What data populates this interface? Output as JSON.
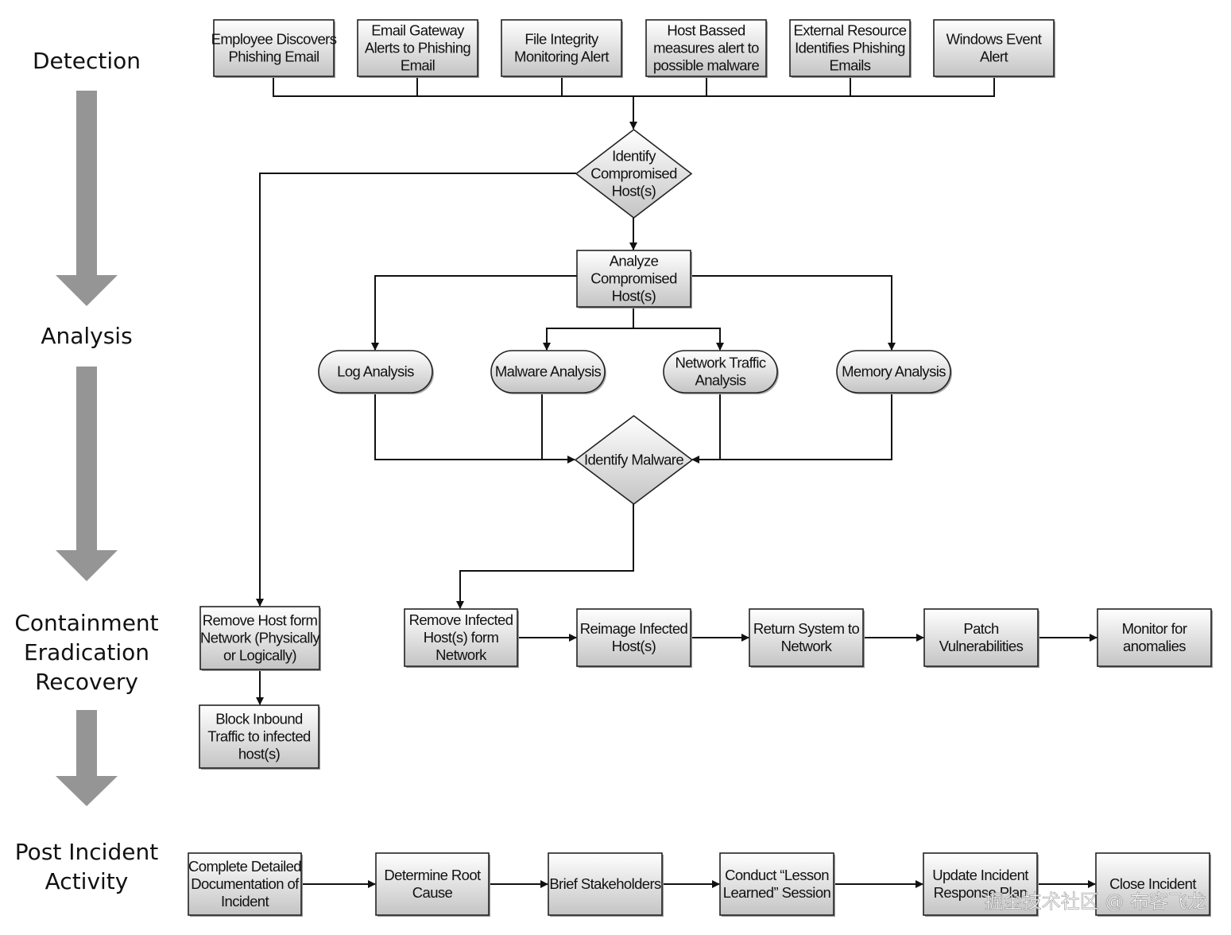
{
  "phases": [
    {
      "id": "detection",
      "lines": [
        "Detection"
      ]
    },
    {
      "id": "analysis",
      "lines": [
        "Analysis"
      ]
    },
    {
      "id": "containment",
      "lines": [
        "Containment",
        "Eradication",
        "Recovery"
      ]
    },
    {
      "id": "post",
      "lines": [
        "Post Incident",
        "Activity"
      ]
    }
  ],
  "nodes": {
    "employee_discovers": {
      "shape": "rect",
      "lines": [
        "Employee Discovers",
        "Phishing Email"
      ]
    },
    "email_gateway": {
      "shape": "rect",
      "lines": [
        "Email Gateway",
        "Alerts to Phishing",
        "Email"
      ]
    },
    "file_integrity": {
      "shape": "rect",
      "lines": [
        "File Integrity",
        "Monitoring Alert"
      ]
    },
    "host_based": {
      "shape": "rect",
      "lines": [
        "Host Bassed",
        "measures alert to",
        "possible malware"
      ]
    },
    "external_resource": {
      "shape": "rect",
      "lines": [
        "External Resource",
        "Identifies Phishing",
        "Emails"
      ]
    },
    "windows_event": {
      "shape": "rect",
      "lines": [
        "Windows Event",
        "Alert"
      ]
    },
    "identify_compromised": {
      "shape": "diamond",
      "lines": [
        "Identify",
        "Compromised",
        "Host(s)"
      ]
    },
    "analyze_compromised": {
      "shape": "rect",
      "lines": [
        "Analyze",
        "Compromised",
        "Host(s)"
      ]
    },
    "log_analysis": {
      "shape": "pill",
      "lines": [
        "Log Analysis"
      ]
    },
    "malware_analysis": {
      "shape": "pill",
      "lines": [
        "Malware Analysis"
      ]
    },
    "network_traffic": {
      "shape": "pill",
      "lines": [
        "Network Traffic",
        "Analysis"
      ]
    },
    "memory_analysis": {
      "shape": "pill",
      "lines": [
        "Memory Analysis"
      ]
    },
    "identify_malware": {
      "shape": "diamond",
      "lines": [
        "Identify Malware"
      ]
    },
    "remove_host": {
      "shape": "rect",
      "lines": [
        "Remove Host form",
        "Network (Physically",
        "or Logically)"
      ]
    },
    "block_inbound": {
      "shape": "rect",
      "lines": [
        "Block Inbound",
        "Traffic to infected",
        "host(s)"
      ]
    },
    "remove_infected": {
      "shape": "rect",
      "lines": [
        "Remove Infected",
        "Host(s) form",
        "Network"
      ]
    },
    "reimage": {
      "shape": "rect",
      "lines": [
        "Reimage Infected",
        "Host(s)"
      ]
    },
    "return_system": {
      "shape": "rect",
      "lines": [
        "Return System to",
        "Network"
      ]
    },
    "patch": {
      "shape": "rect",
      "lines": [
        "Patch",
        "Vulnerabilities"
      ]
    },
    "monitor": {
      "shape": "rect",
      "lines": [
        "Monitor for",
        "anomalies"
      ]
    },
    "complete_docs": {
      "shape": "rect",
      "lines": [
        "Complete Detailed",
        "Documentation of",
        "Incident"
      ]
    },
    "root_cause": {
      "shape": "rect",
      "lines": [
        "Determine Root",
        "Cause"
      ]
    },
    "brief": {
      "shape": "rect",
      "lines": [
        "Brief Stakeholders"
      ]
    },
    "lessons": {
      "shape": "rect",
      "lines": [
        "Conduct “Lesson",
        "Learned” Session"
      ]
    },
    "update_plan": {
      "shape": "rect",
      "lines": [
        "Update Incident",
        "Response Plan"
      ]
    },
    "close": {
      "shape": "rect",
      "lines": [
        "Close Incident"
      ]
    }
  },
  "watermark": "掘金技术社区 @ 布客飞龙"
}
